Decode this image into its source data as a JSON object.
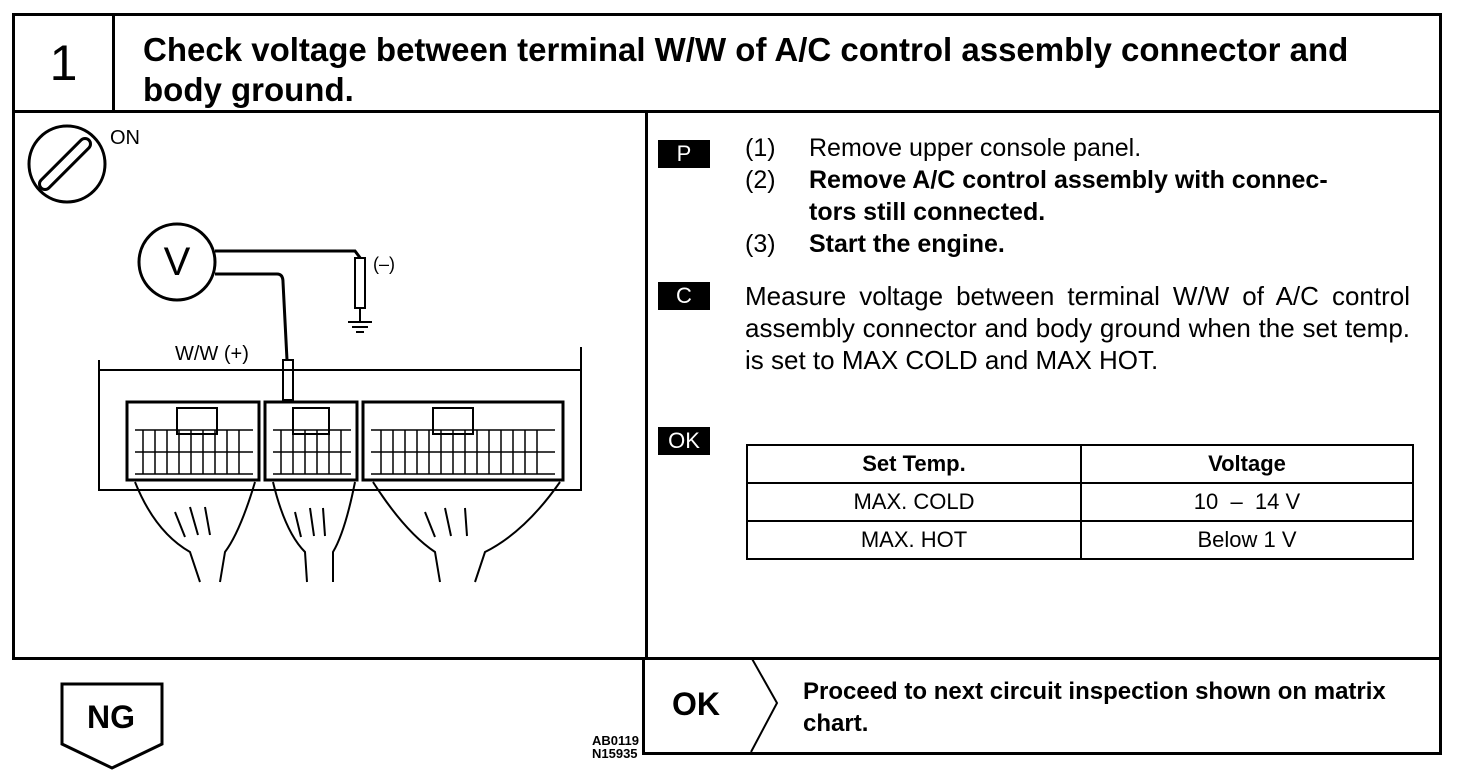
{
  "header": {
    "step_number": "1",
    "title": "Check voltage between terminal W/W of A/C control assembly connector and body ground."
  },
  "illustration": {
    "ignition_label": "ON",
    "meter_label": "V",
    "negative_label": "(–)",
    "terminal_label": "W/W (+)",
    "ref_codes": [
      "AB0119",
      "N15935"
    ]
  },
  "procedure": {
    "p_tag": "P",
    "steps": [
      {
        "index": "(1)",
        "text": "Remove upper console panel."
      },
      {
        "index": "(2)",
        "text": "Remove A/C control assembly with connec-"
      },
      {
        "index": "",
        "text": "tors still connected."
      },
      {
        "index": "(3)",
        "text": "Start the engine."
      }
    ],
    "c_tag": "C",
    "check_text": "Measure voltage between terminal W/W of A/C control assembly connector and body ground when the set temp. is set to MAX COLD and MAX HOT.",
    "ok_tag": "OK",
    "table": {
      "headers": [
        "Set Temp.",
        "Voltage"
      ],
      "rows": [
        [
          "MAX. COLD",
          "10  –  14 V"
        ],
        [
          "MAX. HOT",
          "Below 1 V"
        ]
      ]
    }
  },
  "footer": {
    "ng_label": "NG",
    "ok_label": "OK",
    "ok_text": "Proceed to next circuit inspection shown on matrix chart."
  }
}
